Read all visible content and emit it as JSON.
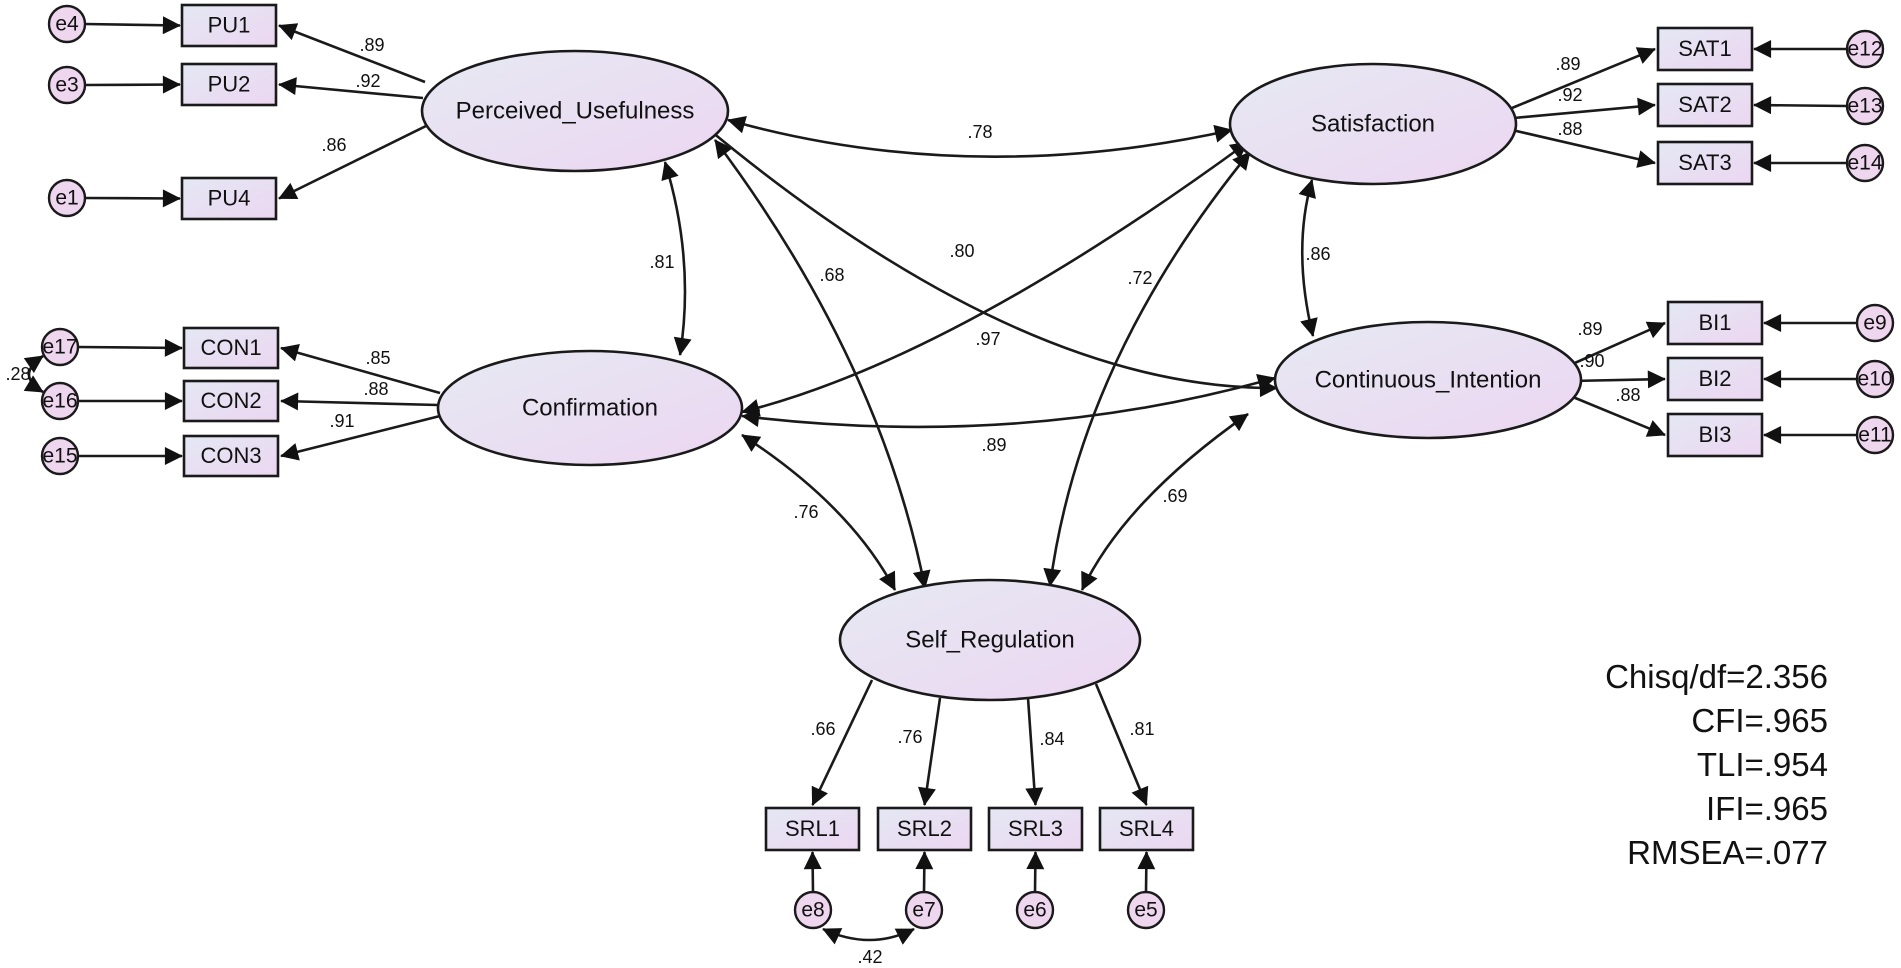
{
  "latents": [
    {
      "id": "PU",
      "label": "Perceived_Usefulness"
    },
    {
      "id": "SAT",
      "label": "Satisfaction"
    },
    {
      "id": "CON",
      "label": "Confirmation"
    },
    {
      "id": "CI",
      "label": "Continuous_Intention"
    },
    {
      "id": "SR",
      "label": "Self_Regulation"
    }
  ],
  "indicators": [
    {
      "id": "PU1",
      "label": "PU1",
      "error": "e4",
      "loading": ".89"
    },
    {
      "id": "PU2",
      "label": "PU2",
      "error": "e3",
      "loading": ".92"
    },
    {
      "id": "PU4",
      "label": "PU4",
      "error": "e1",
      "loading": ".86"
    },
    {
      "id": "CON1",
      "label": "CON1",
      "error": "e17",
      "loading": ".85"
    },
    {
      "id": "CON2",
      "label": "CON2",
      "error": "e16",
      "loading": ".88"
    },
    {
      "id": "CON3",
      "label": "CON3",
      "error": "e15",
      "loading": ".91"
    },
    {
      "id": "SAT1",
      "label": "SAT1",
      "error": "e12",
      "loading": ".89"
    },
    {
      "id": "SAT2",
      "label": "SAT2",
      "error": "e13",
      "loading": ".92"
    },
    {
      "id": "SAT3",
      "label": "SAT3",
      "error": "e14",
      "loading": ".88"
    },
    {
      "id": "BI1",
      "label": "BI1",
      "error": "e9",
      "loading": ".89"
    },
    {
      "id": "BI2",
      "label": "BI2",
      "error": "e10",
      "loading": ".90"
    },
    {
      "id": "BI3",
      "label": "BI3",
      "error": "e11",
      "loading": ".88"
    },
    {
      "id": "SRL1",
      "label": "SRL1",
      "error": "e8",
      "loading": ".66"
    },
    {
      "id": "SRL2",
      "label": "SRL2",
      "error": "e7",
      "loading": ".76"
    },
    {
      "id": "SRL3",
      "label": "SRL3",
      "error": "e6",
      "loading": ".84"
    },
    {
      "id": "SRL4",
      "label": "SRL4",
      "error": "e5",
      "loading": ".81"
    }
  ],
  "correlations": [
    {
      "from": "PU",
      "to": "SAT",
      "value": ".78"
    },
    {
      "from": "PU",
      "to": "CON",
      "value": ".81"
    },
    {
      "from": "PU",
      "to": "SR",
      "value": ".68"
    },
    {
      "from": "PU",
      "to": "CI",
      "value": ".80"
    },
    {
      "from": "SAT",
      "to": "CON",
      "value": ".97"
    },
    {
      "from": "SAT",
      "to": "SR",
      "value": ".72"
    },
    {
      "from": "SAT",
      "to": "CI",
      "value": ".86"
    },
    {
      "from": "CON",
      "to": "CI",
      "value": ".89"
    },
    {
      "from": "CON",
      "to": "SR",
      "value": ".76"
    },
    {
      "from": "CI",
      "to": "SR",
      "value": ".69"
    }
  ],
  "error_covariances": [
    {
      "between": [
        "e17",
        "e16"
      ],
      "value": ".28"
    },
    {
      "between": [
        "e8",
        "e7"
      ],
      "value": ".42"
    }
  ],
  "fit_indices": [
    "Chisq/df=2.356",
    "CFI=.965",
    "TLI=.954",
    "IFI=.965",
    "RMSEA=.077"
  ],
  "colors": {
    "fill_light": "#e6e9f3",
    "fill_pink": "#ecd8f0",
    "stroke": "#1a1a1a",
    "error_fill": "#efd6ef"
  }
}
